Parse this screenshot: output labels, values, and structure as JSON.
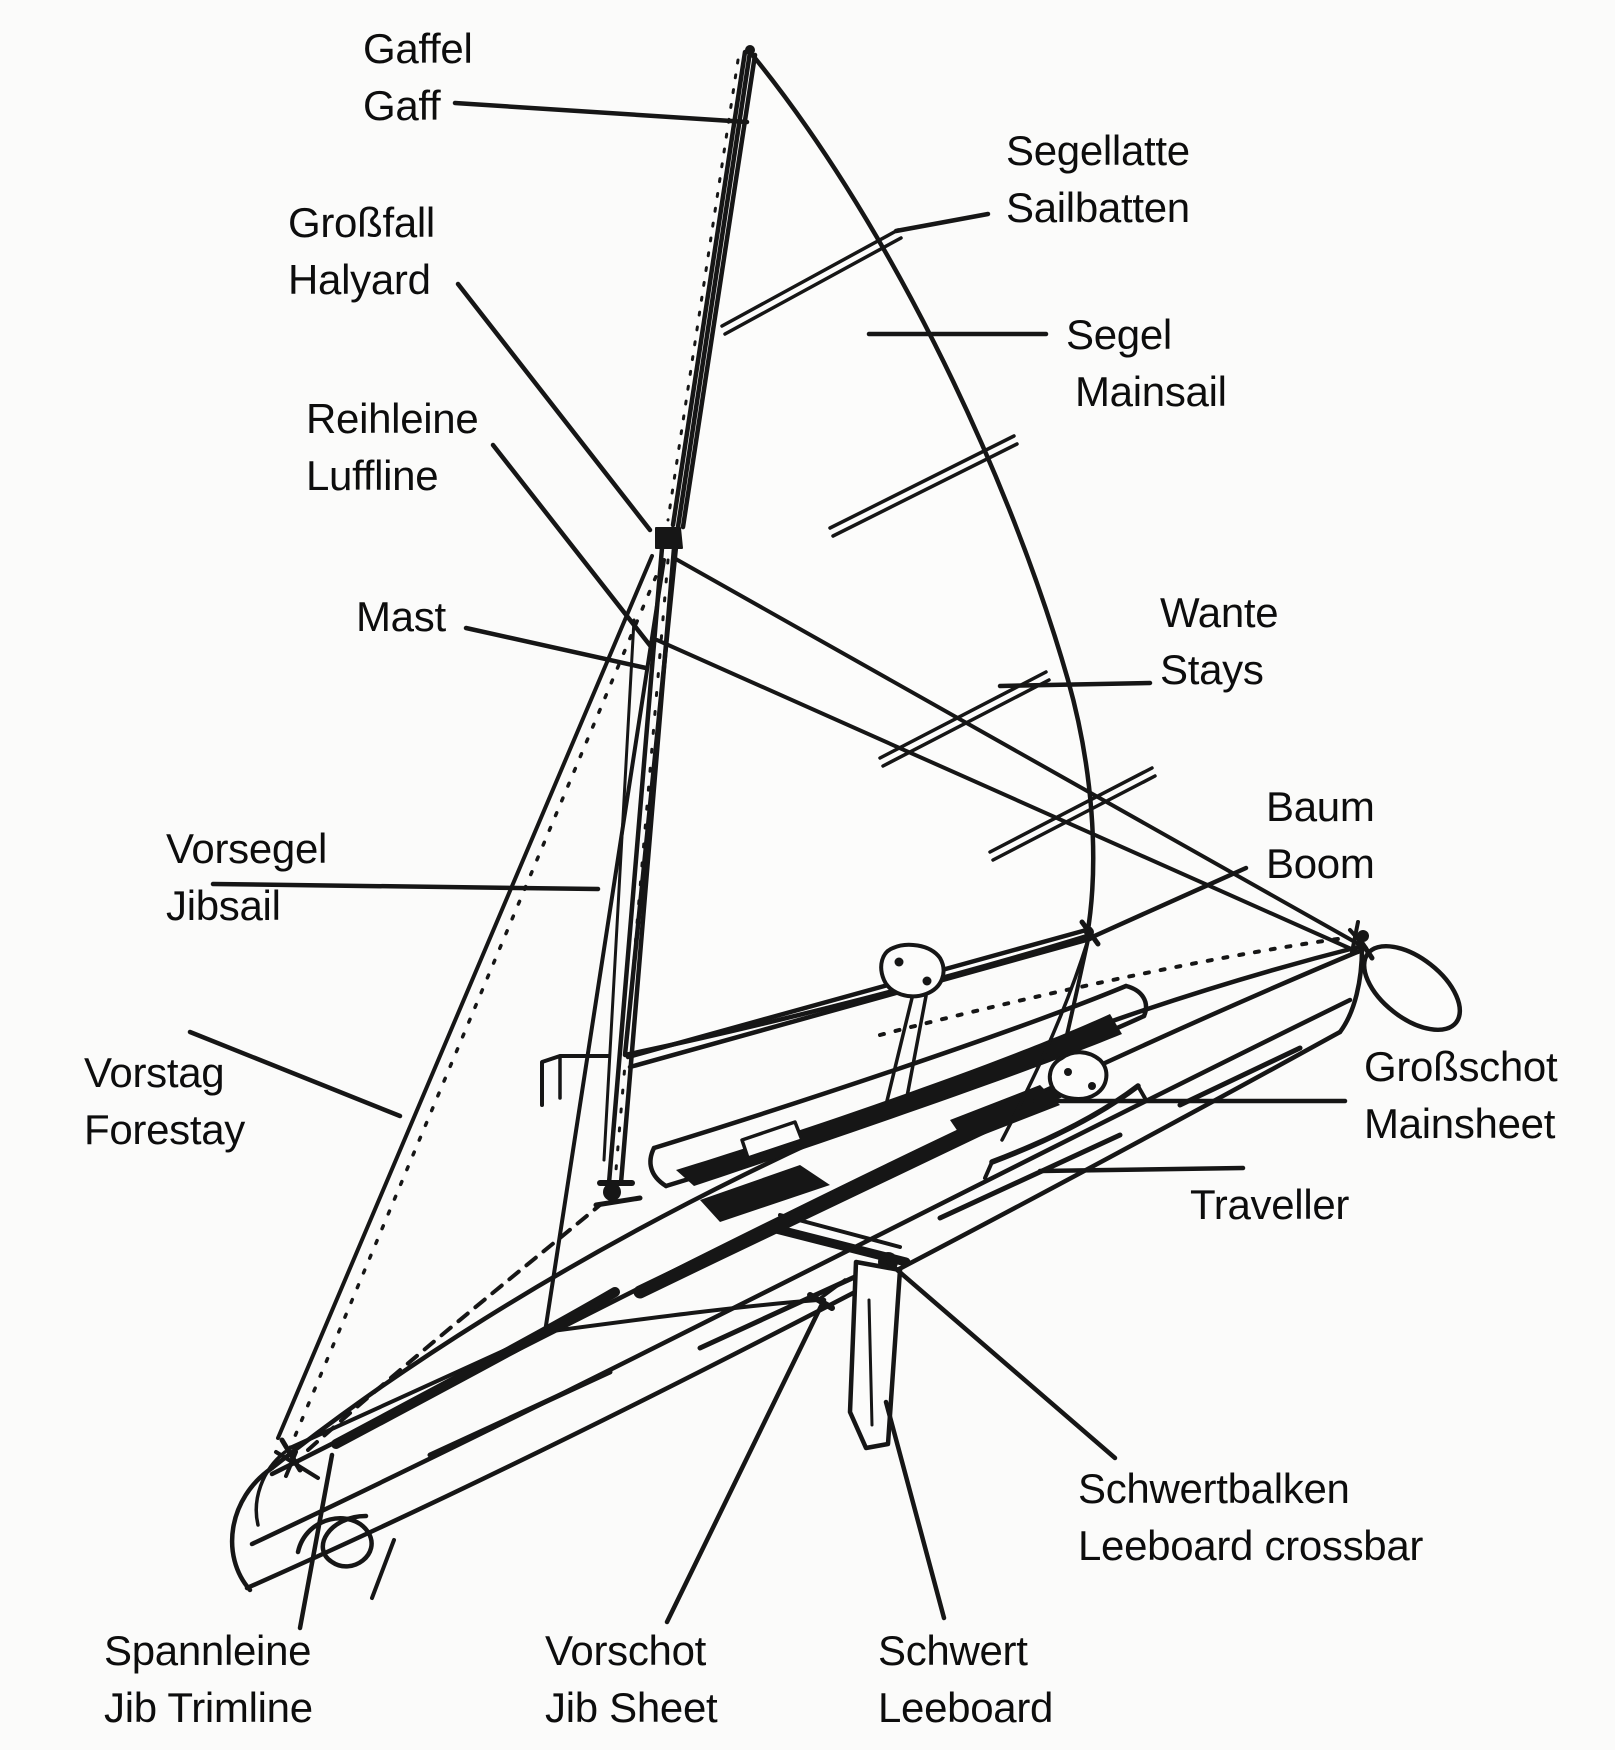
{
  "figure": {
    "kind": "labeled-diagram",
    "subject": "sailing canoe rigging parts, German and English terms",
    "colors": {
      "ink": "#161616",
      "background": "#fbfbfa"
    }
  },
  "labels": [
    {
      "id": "gaff",
      "de": "Gaffel",
      "en": "Gaff"
    },
    {
      "id": "halyard",
      "de": "Großfall",
      "en": "Halyard"
    },
    {
      "id": "luffline",
      "de": "Reihleine",
      "en": "Luffline"
    },
    {
      "id": "mast",
      "de": "Mast",
      "en": ""
    },
    {
      "id": "jibsail",
      "de": "Vorsegel",
      "en": "Jibsail"
    },
    {
      "id": "forestay",
      "de": "Vorstag",
      "en": "Forestay"
    },
    {
      "id": "sailbatten",
      "de": "Segellatte",
      "en": "Sailbatten"
    },
    {
      "id": "mainsail",
      "de": "Segel",
      "en": "Mainsail"
    },
    {
      "id": "stays",
      "de": "Wante",
      "en": "Stays"
    },
    {
      "id": "boom",
      "de": "Baum",
      "en": "Boom"
    },
    {
      "id": "mainsheet",
      "de": "Großschot",
      "en": "Mainsheet"
    },
    {
      "id": "traveller",
      "de": "Traveller",
      "en": ""
    },
    {
      "id": "leeboard-crossbar",
      "de": "Schwertbalken",
      "en": "Leeboard crossbar"
    },
    {
      "id": "jib-trimline",
      "de": "Spannleine",
      "en": "Jib Trimline"
    },
    {
      "id": "jib-sheet",
      "de": "Vorschot",
      "en": "Jib Sheet"
    },
    {
      "id": "leeboard",
      "de": "Schwert",
      "en": "Leeboard"
    }
  ]
}
